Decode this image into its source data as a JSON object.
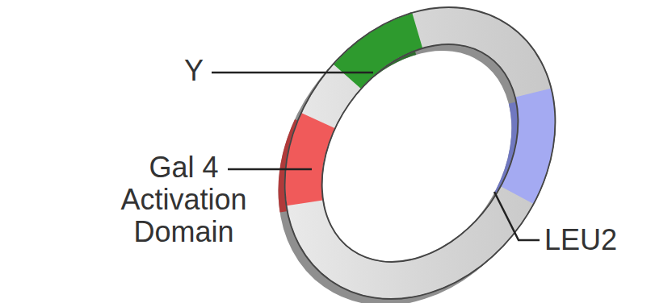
{
  "diagram": {
    "labels": [
      "Y",
      "Gal 4 Activation Domain",
      "LEU2"
    ]
  }
}
